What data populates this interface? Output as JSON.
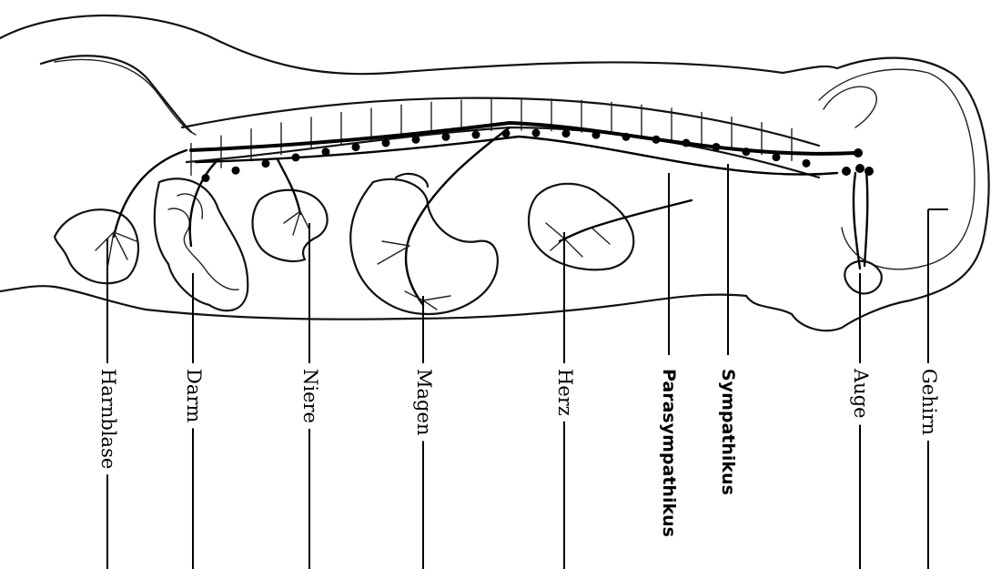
{
  "labels": {
    "harnblase": "Harnblase",
    "darm": "Darm",
    "niere": "Niere",
    "magen": "Magen",
    "herz": "Herz",
    "parasympathikus": "Parasympathikus",
    "sympathikus": "Sympathikus",
    "auge": "Auge",
    "gehirn": "Gehirn"
  },
  "colors": {
    "line": "#000000",
    "background": "#ffffff"
  }
}
